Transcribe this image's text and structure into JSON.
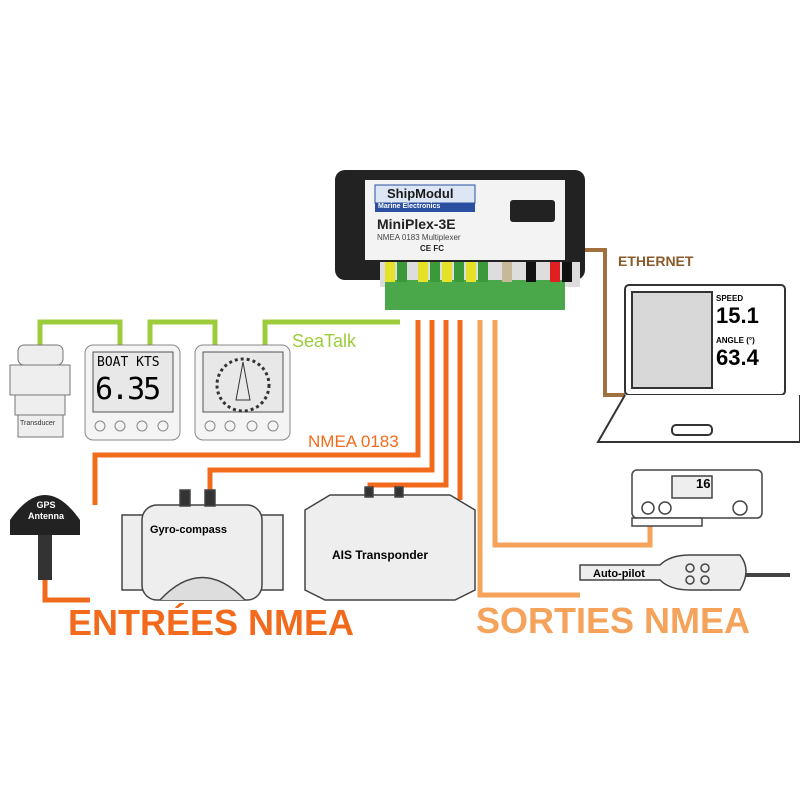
{
  "device": {
    "brand": "ShipModul",
    "tagline": "Marine Electronics",
    "model": "MiniPlex-3E",
    "subtitle": "NMEA 0183 Multiplexer",
    "cert": "CE FC"
  },
  "labels": {
    "ethernet": "ETHERNET",
    "seatalk": "SeaTalk",
    "nmea": "NMEA 0183",
    "inputs": "ENTRÉES NMEA",
    "outputs": "SORTIES NMEA"
  },
  "instruments": {
    "transducer": "Transducer",
    "speed_header": "BOAT KTS",
    "speed_value": "6.35"
  },
  "laptop": {
    "speed_label": "SPEED",
    "speed_value": "15.1",
    "angle_label": "ANGLE (°)",
    "angle_value": "63.4"
  },
  "vhf": {
    "channel": "16"
  },
  "devices": {
    "gps": "GPS Antenna",
    "gyro": "Gyro-compass",
    "ais": "AIS Transponder",
    "autopilot": "Auto-pilot"
  },
  "colors": {
    "input": "#f26b1d",
    "output": "#f5a25a",
    "ethernet": "#a0703f",
    "seatalk": "#9ccc3c"
  }
}
